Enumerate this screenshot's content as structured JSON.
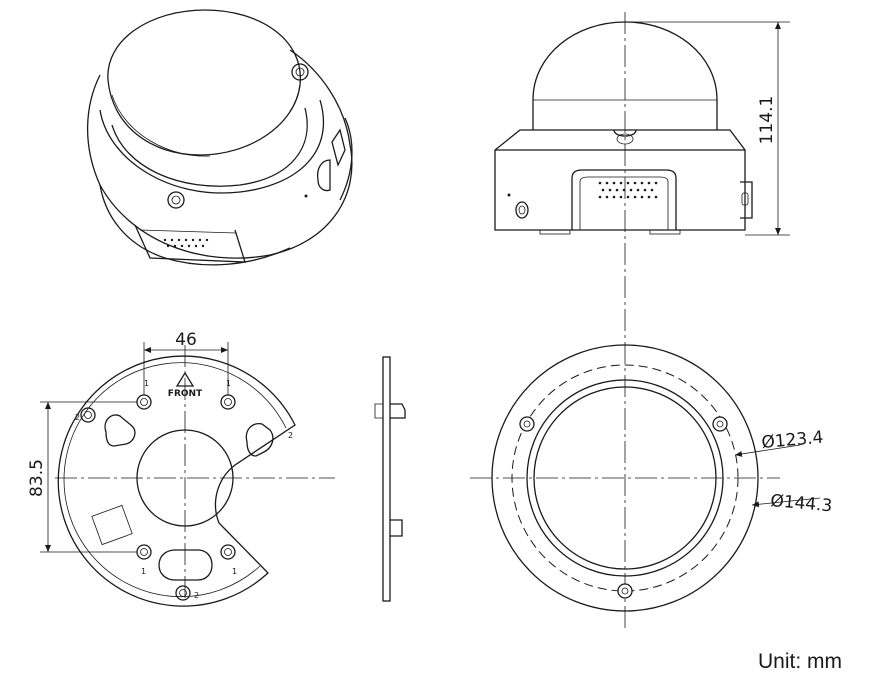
{
  "dimensions": {
    "mount_hole_spacing_h": "46",
    "mount_hole_spacing_v": "83.5",
    "height": "114.1",
    "inner_diameter": "Ø123.4",
    "outer_diameter": "Ø144.3"
  },
  "labels": {
    "front": "FRONT",
    "hole_1": "1",
    "hole_2": "2"
  },
  "unit": "Unit: mm",
  "colors": {
    "line": "#1a1a1a",
    "background": "#ffffff"
  }
}
